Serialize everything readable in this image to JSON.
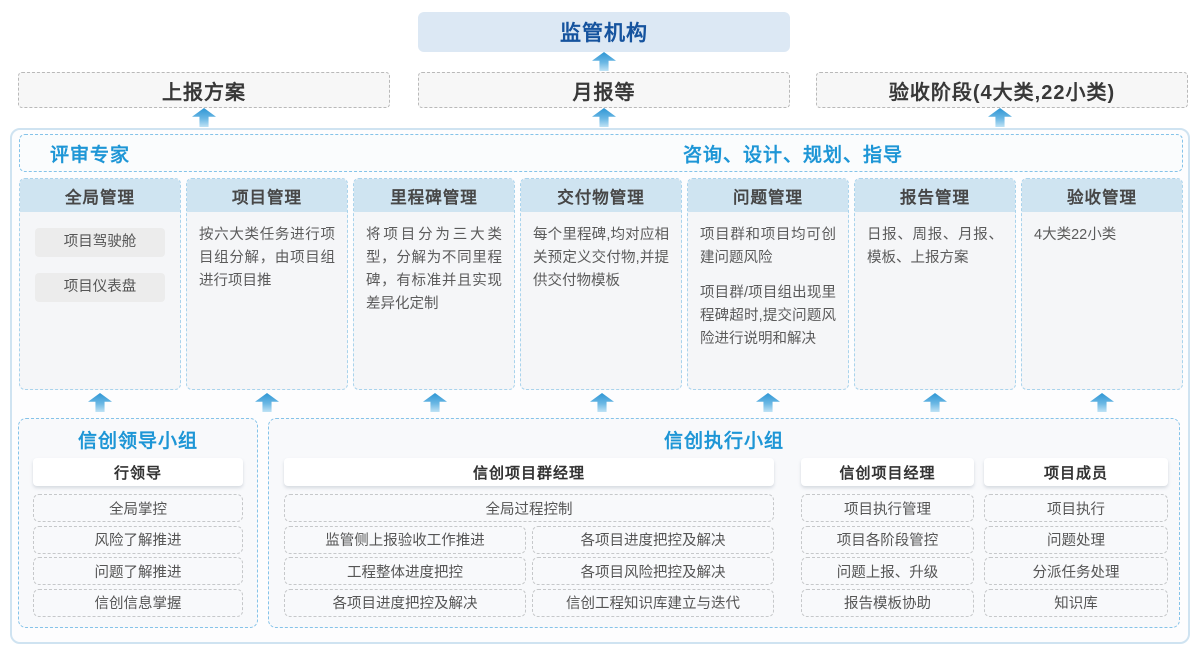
{
  "top": {
    "regulator": "监管机构",
    "channels": [
      {
        "label": "上报方案"
      },
      {
        "label": "月报等"
      },
      {
        "label": "验收阶段(4大类,22小类)"
      }
    ]
  },
  "band": {
    "left_title": "评审专家",
    "right_title": "咨询、设计、规划、指导"
  },
  "columns": [
    {
      "title": "全局管理",
      "items": [
        "项目驾驶舱",
        "项目仪表盘"
      ]
    },
    {
      "title": "项目管理",
      "paragraphs": [
        "按六大类任务进行项目组分解，由项目组进行项目推"
      ]
    },
    {
      "title": "里程碑管理",
      "paragraphs": [
        "将项目分为三大类型，分解为不同里程碑，有标准并且实现差异化定制"
      ]
    },
    {
      "title": "交付物管理",
      "paragraphs": [
        "每个里程碑,均对应相关预定义交付物,并提供交付物模板"
      ]
    },
    {
      "title": "问题管理",
      "paragraphs": [
        "项目群和项目均可创建问题风险",
        "项目群/项目组出现里程碑超时,提交问题风险进行说明和解决"
      ]
    },
    {
      "title": "报告管理",
      "paragraphs": [
        "日报、周报、月报、模板、上报方案"
      ]
    },
    {
      "title": "验收管理",
      "paragraphs": [
        "4大类22小类"
      ]
    }
  ],
  "groups": {
    "leader": {
      "title": "信创领导小组",
      "role": "行领导",
      "items": [
        "全局掌控",
        "风险了解推进",
        "问题了解推进",
        "信创信息掌握"
      ]
    },
    "exec": {
      "title": "信创执行小组",
      "program_manager": {
        "role": "信创项目群经理",
        "full_item": "全局过程控制",
        "left_items": [
          "监管侧上报验收工作推进",
          "工程整体进度把控",
          "各项目进度把控及解决"
        ],
        "right_items": [
          "各项目进度把控及解决",
          "各项目风险把控及解决",
          "信创工程知识库建立与迭代"
        ]
      },
      "project_manager": {
        "role": "信创项目经理",
        "items": [
          "项目执行管理",
          "项目各阶段管控",
          "问题上报、升级",
          "报告模板协助"
        ]
      },
      "member": {
        "role": "项目成员",
        "items": [
          "项目执行",
          "问题处理",
          "分派任务处理",
          "知识库"
        ]
      }
    }
  },
  "colors": {
    "accent_blue": "#1e96d6",
    "dark_blue": "#15539e",
    "regulator_bg": "#dce8f4",
    "column_header_bg": "#cfe4f1",
    "dashed_blue_border": "#85c3e9",
    "arrow_blue": "#2e96d4"
  }
}
